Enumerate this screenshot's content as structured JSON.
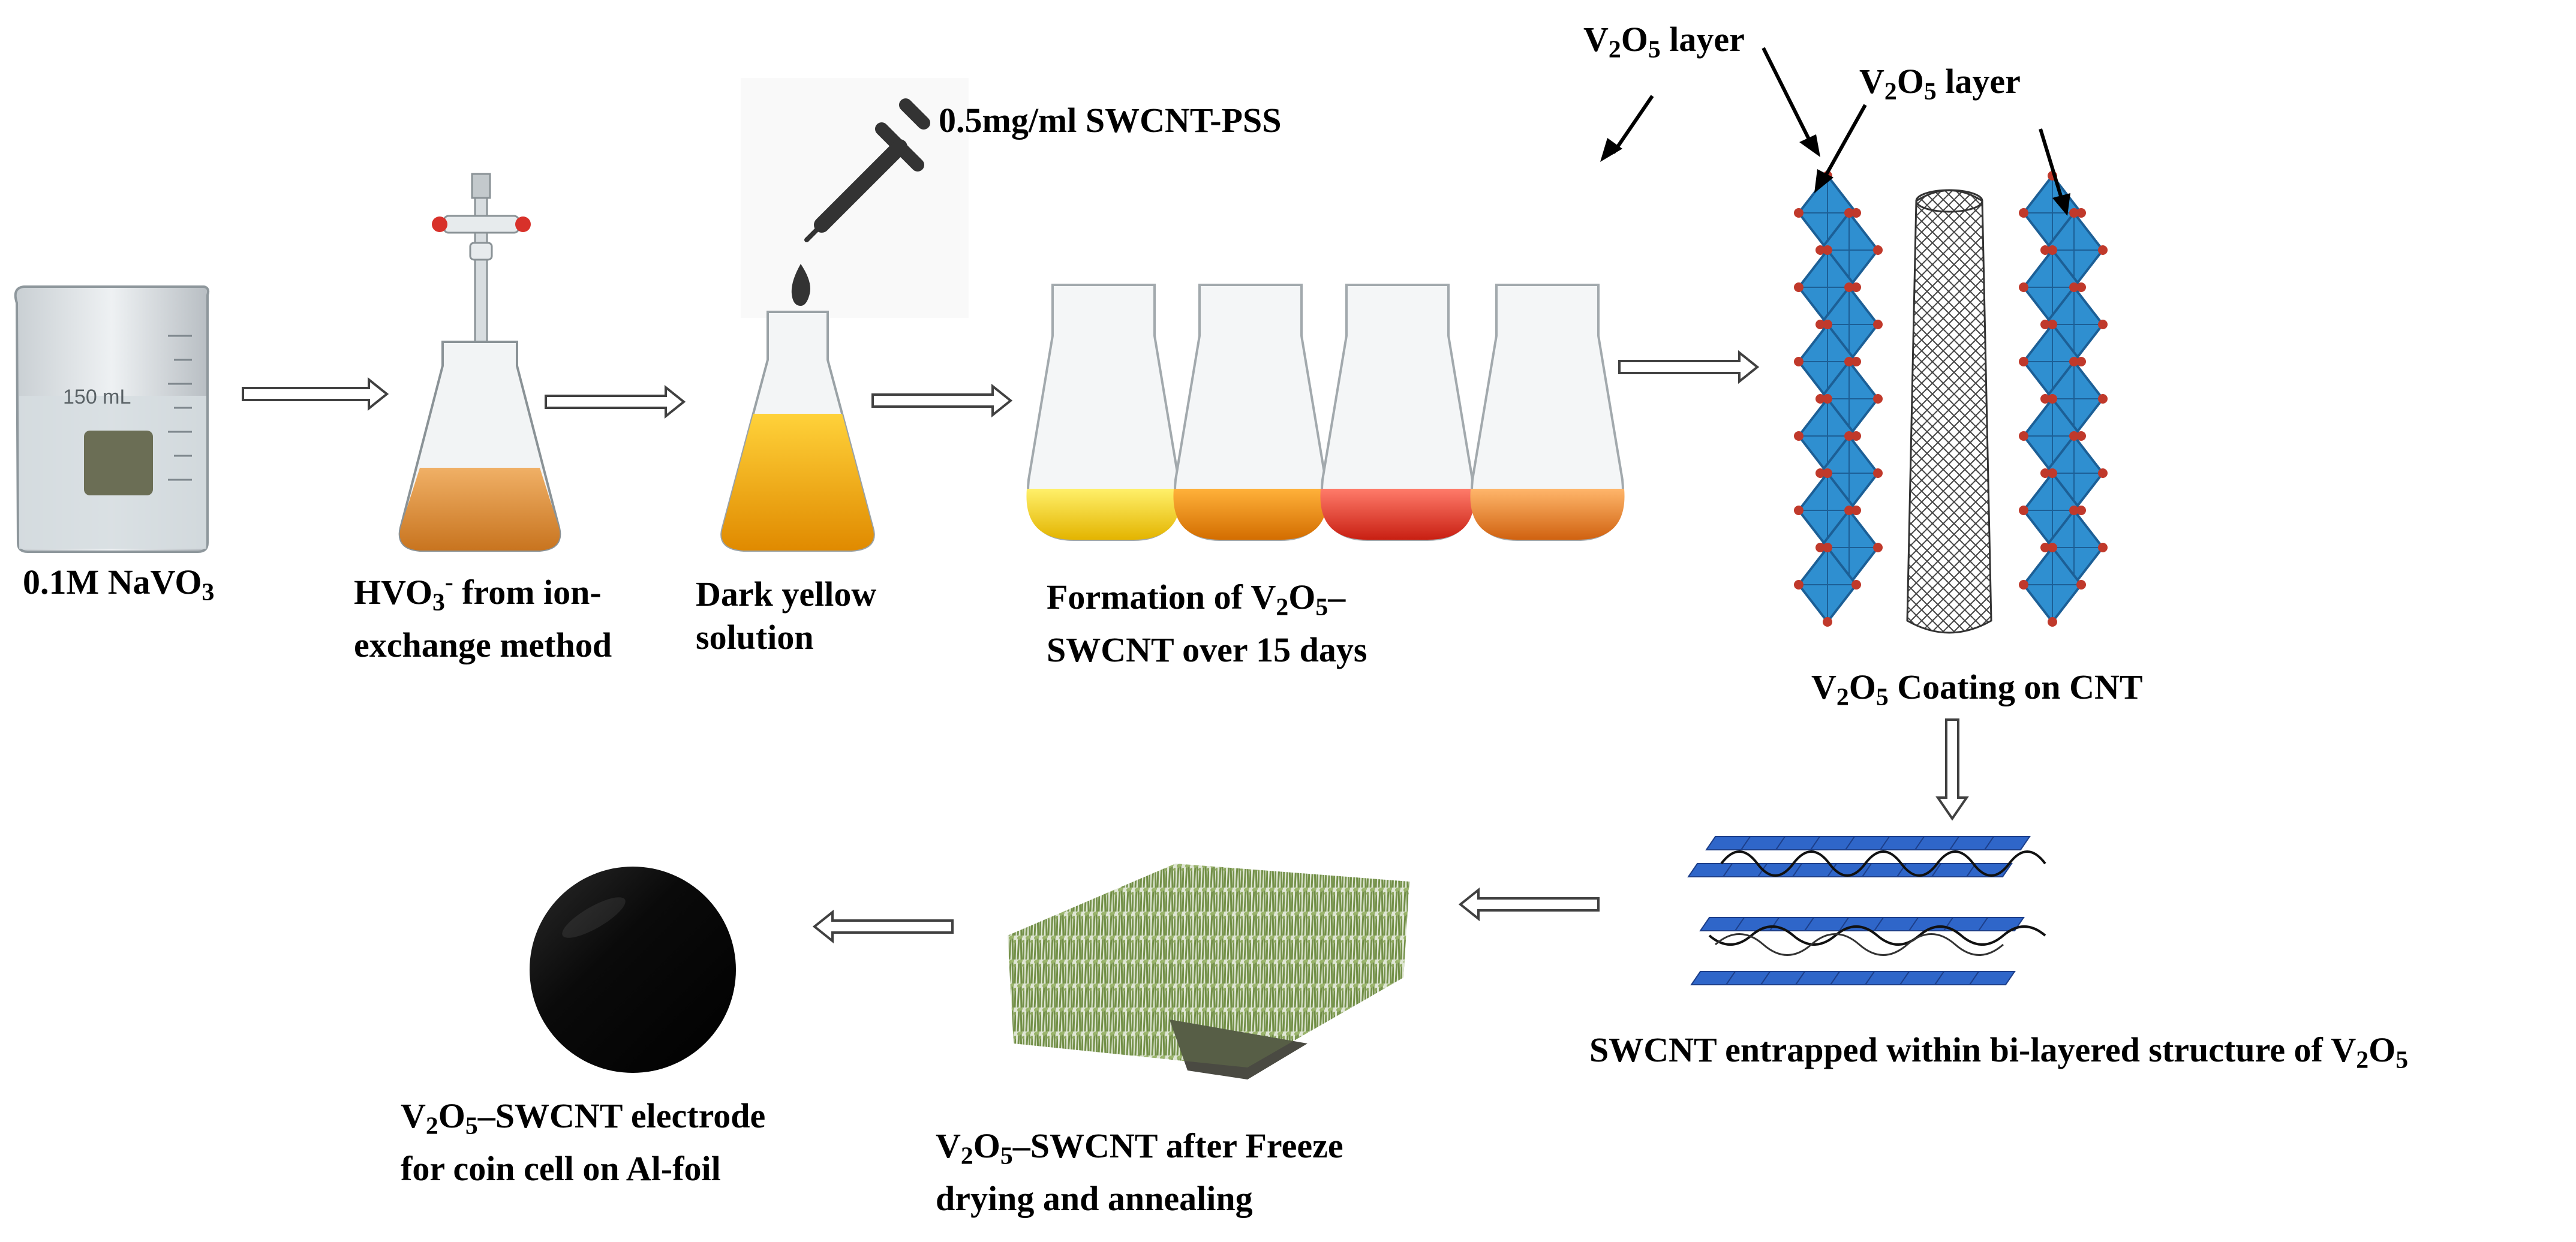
{
  "colors": {
    "text": "#000000",
    "arrow_outline": "#404040",
    "octahedra": "#2f8fd0",
    "octahedra_dark": "#1c5f96",
    "oxygen_atoms": "#c0392b",
    "sheet_blue": "#2f66c9",
    "cnt_mesh": "#333333",
    "foam_green": "#7f9a55",
    "electrode": "#0a0a0a",
    "yellow_solution": "#f0a500",
    "orange_solution": "#d9822b"
  },
  "labels": {
    "beaker": {
      "main": "0.1M NaVO",
      "sub": "3"
    },
    "hvo3": {
      "pre": "HVO",
      "sub": "3",
      "sup": "-",
      "post": " from ion-",
      "line2": "exchange method"
    },
    "dark_yellow": {
      "line1": "Dark yellow",
      "line2": "solution"
    },
    "dropper": "0.5mg/ml SWCNT-PSS",
    "formation": {
      "a": "Formation of V",
      "s1": "2",
      "b": "O",
      "s2": "5",
      "c": "–",
      "line2": "SWCNT over 15 days"
    },
    "layer_left": {
      "a": "V",
      "s1": "2",
      "b": "O",
      "s2": "5",
      "c": " layer"
    },
    "layer_right": {
      "a": "V",
      "s1": "2",
      "b": "O",
      "s2": "5",
      "c": " layer"
    },
    "coating": {
      "a": "V",
      "s1": "2",
      "b": "O",
      "s2": "5",
      "c": " Coating on CNT"
    },
    "entrapped": {
      "a": "SWCNT entrapped within bi-layered structure of V",
      "s1": "2",
      "b": "O",
      "s2": "5"
    },
    "freeze": {
      "a": "V",
      "s1": "2",
      "b": "O",
      "s2": "5",
      "c": "–SWCNT after Freeze",
      "line2": "drying and annealing"
    },
    "electrode": {
      "a": "V",
      "s1": "2",
      "b": "O",
      "s2": "5",
      "c": "–SWCNT electrode",
      "line2": "for coin cell on Al-foil"
    }
  },
  "icons": {
    "beaker": "beaker-icon",
    "flask": "erlenmeyer-flask-icon",
    "dropper": "dropper-icon",
    "nanotube": "carbon-nanotube-icon",
    "octahedra_chain": "octahedra-chain-icon",
    "layered_sheets": "layered-sheets-icon",
    "foam": "aerogel-foam-icon",
    "electrode_disc": "electrode-disc-icon",
    "arrow": "hollow-arrow-icon"
  },
  "beaker_mark": "150 mL"
}
